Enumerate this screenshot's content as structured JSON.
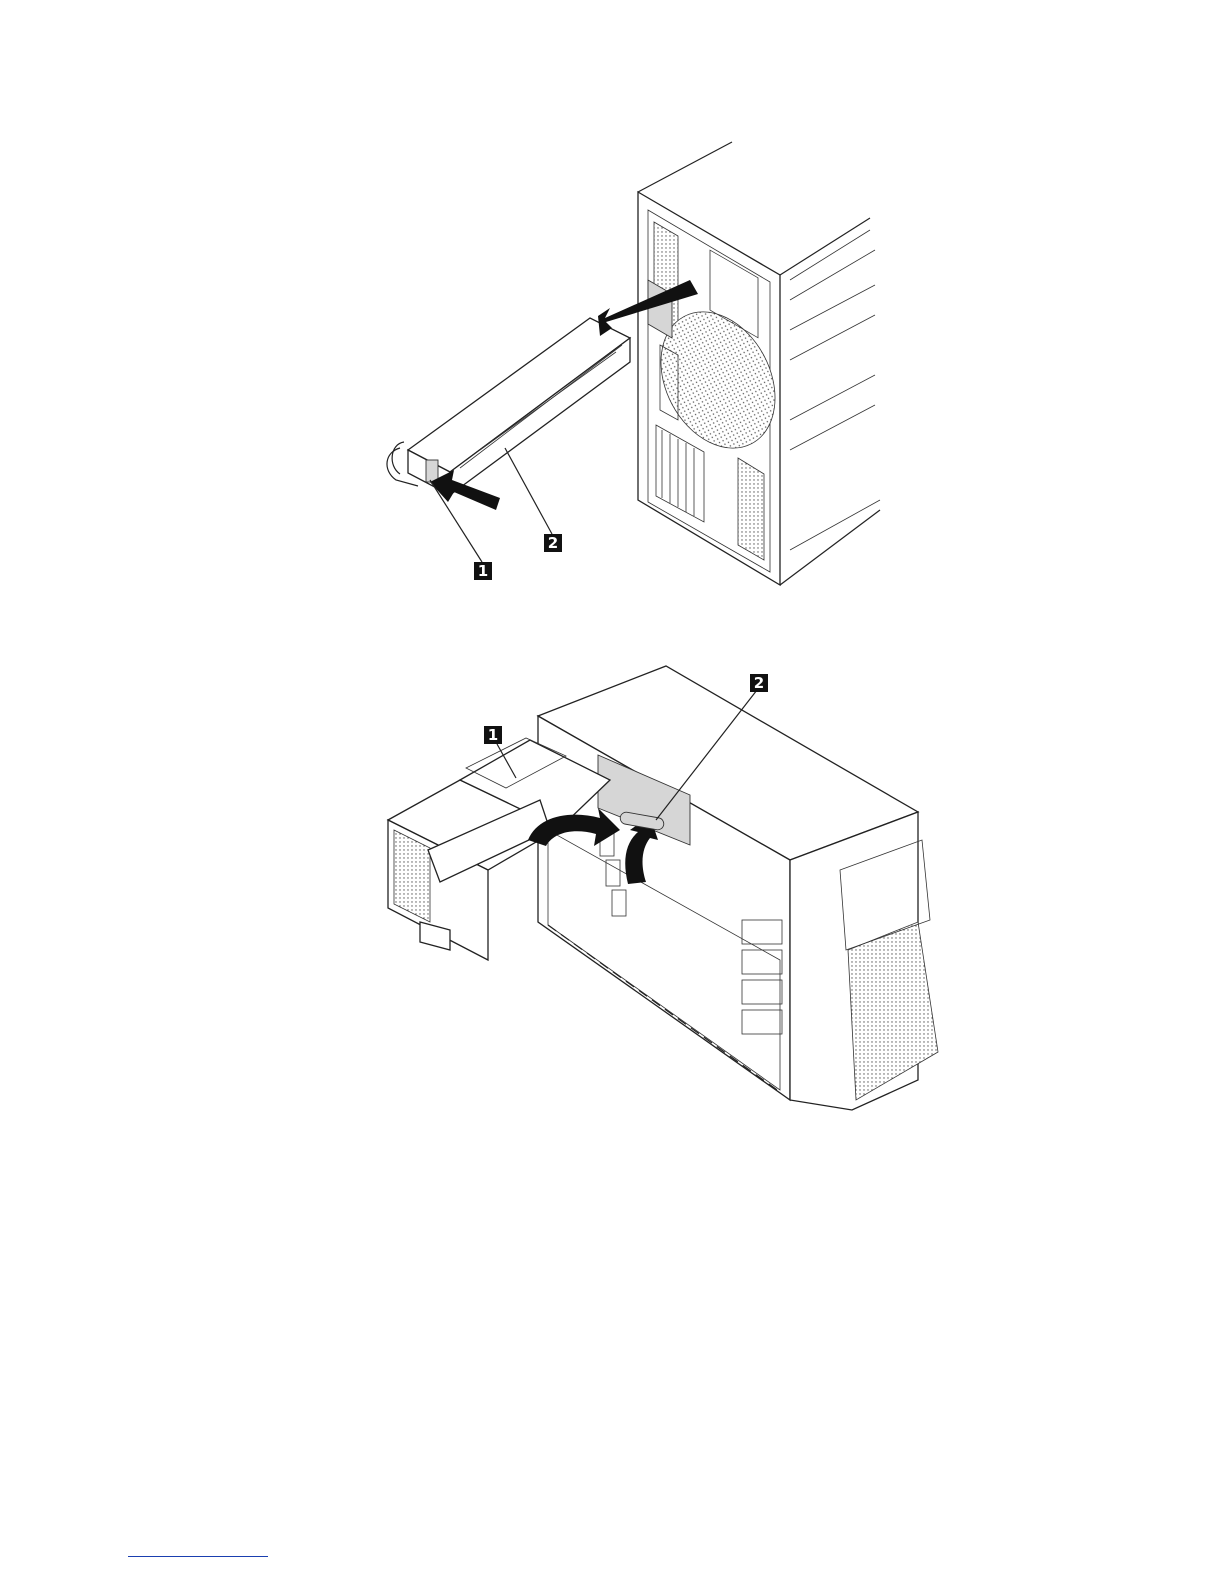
{
  "figure_1": {
    "callouts": [
      {
        "number": "1"
      },
      {
        "number": "2"
      }
    ]
  },
  "figure_2": {
    "callouts": [
      {
        "number": "1"
      },
      {
        "number": "2"
      }
    ]
  },
  "colors": {
    "line": "#222222",
    "callout_fill": "#111111",
    "callout_text": "#ffffff",
    "footer_rule": "#1a3fb0"
  }
}
